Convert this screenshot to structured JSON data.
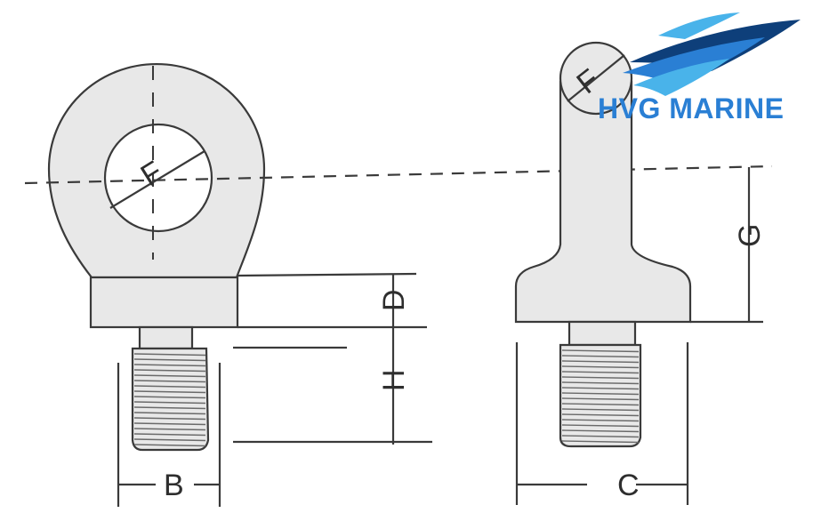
{
  "labels": {
    "F_left": "F",
    "F_right": "F",
    "G": "G",
    "D": "D",
    "H": "H",
    "B": "B",
    "C": "C"
  },
  "logo": {
    "text": "HVG MARINE",
    "colors": {
      "primary": "#2a7fd4",
      "dark": "#0e3f7a",
      "light": "#49b3ea"
    }
  },
  "colors": {
    "line": "#3a3a3a",
    "part_fill": "#e8e8e8",
    "background": "#ffffff"
  }
}
